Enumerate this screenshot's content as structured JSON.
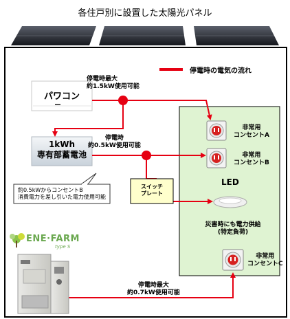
{
  "title": "各住戸別に設置した太陽光パネル",
  "legend": {
    "label": "停電時の電気の流れ",
    "line_color": "#e60012"
  },
  "power_conditioner": {
    "label": "パワコン"
  },
  "pc_output": {
    "line1": "停電時最大",
    "line2": "約1.5kW使用可能"
  },
  "battery": {
    "line1": "1kWh",
    "line2": "専有部蓄電池"
  },
  "battery_output": {
    "line1": "停電時",
    "line2": "約0.5kW使用可能"
  },
  "callout": {
    "line1": "約0.5kWからコンセントB",
    "line2": "消費電力を差し引いた電力使用可能"
  },
  "switch_plate": {
    "line1": "スイッチ",
    "line2": "プレート"
  },
  "outlet_a": {
    "line1": "非常用",
    "line2": "コンセントA"
  },
  "outlet_b": {
    "line1": "非常用",
    "line2": "コンセントB"
  },
  "led": {
    "label": "LED"
  },
  "disaster_note": {
    "line1": "災害時にも電力供給",
    "line2": "(特定負荷)"
  },
  "outlet_c": {
    "line1": "非常用",
    "line2": "コンセントC"
  },
  "enefarm": {
    "logo_text": "ENE·FARM",
    "type_text": "type S"
  },
  "enefarm_output": {
    "line1": "停電時最大",
    "line2": "約0.7kW使用可能"
  },
  "colors": {
    "flow_red": "#e60012",
    "panel_green": "#dff3d2",
    "switch_yellow": "#ffffcc"
  }
}
